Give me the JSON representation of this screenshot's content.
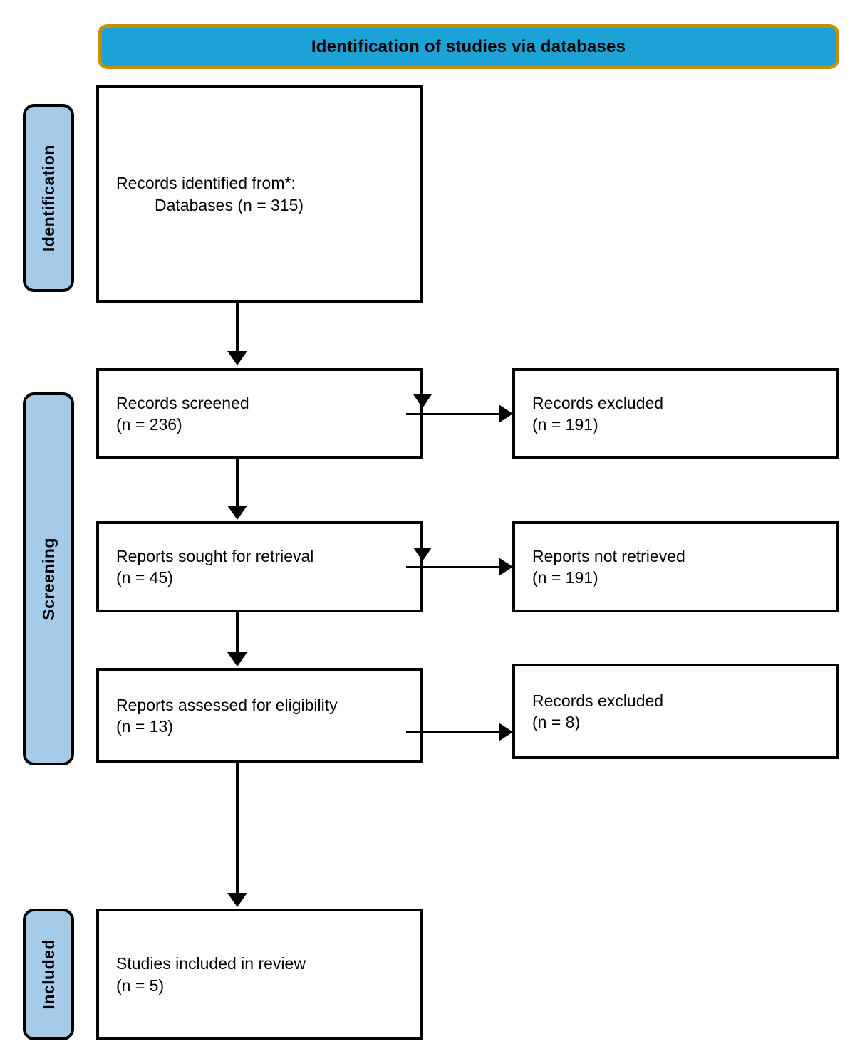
{
  "banner": {
    "title": "Identification of studies via databases"
  },
  "stages": [
    {
      "id": "identification",
      "label": "Identification"
    },
    {
      "id": "screening",
      "label": "Screening"
    },
    {
      "id": "included",
      "label": "Included"
    }
  ],
  "boxes": {
    "identified": {
      "line1": "Records identified from*:",
      "line2": "Databases (n = 315)"
    },
    "screened": {
      "line1": "Records screened",
      "line2": "(n = 236)"
    },
    "records_excluded_1": {
      "line1": "Records excluded",
      "line2": "(n = 191)"
    },
    "sought": {
      "line1": "Reports sought for retrieval",
      "line2": "(n = 45)"
    },
    "not_retrieved": {
      "line1": "Reports not retrieved",
      "line2": "(n = 191)"
    },
    "assessed": {
      "line1": "Reports assessed for eligibility",
      "line2": "(n = 13)"
    },
    "records_excluded_2": {
      "line1": "Records excluded",
      "line2": "(n = 8)"
    },
    "included": {
      "line1": "Studies included in review",
      "line2": "(n = 5)"
    }
  },
  "colors": {
    "banner_fill": "#1CA2D6",
    "banner_border": "#C2900C",
    "stage_tab_fill": "#A6CBE9",
    "line": "#000000",
    "box_fill": "#FFFFFF"
  },
  "chart_data": {
    "type": "diagram",
    "title": "Identification of studies via databases",
    "nodes": [
      {
        "id": "identified",
        "stage": "Identification",
        "label": "Records identified from*: Databases",
        "n": 315
      },
      {
        "id": "screened",
        "stage": "Screening",
        "label": "Records screened",
        "n": 236
      },
      {
        "id": "records_excluded_1",
        "stage": "Screening",
        "label": "Records excluded",
        "n": 191
      },
      {
        "id": "sought",
        "stage": "Screening",
        "label": "Reports sought for retrieval",
        "n": 45
      },
      {
        "id": "not_retrieved",
        "stage": "Screening",
        "label": "Reports not retrieved",
        "n": 191
      },
      {
        "id": "assessed",
        "stage": "Screening",
        "label": "Reports assessed for eligibility",
        "n": 13
      },
      {
        "id": "records_excluded_2",
        "stage": "Screening",
        "label": "Records excluded",
        "n": 8
      },
      {
        "id": "included",
        "stage": "Included",
        "label": "Studies included in review",
        "n": 5
      }
    ],
    "edges": [
      {
        "from": "identified",
        "to": "screened",
        "direction": "down"
      },
      {
        "from": "screened",
        "to": "records_excluded_1",
        "direction": "right"
      },
      {
        "from": "screened",
        "to": "sought",
        "direction": "down"
      },
      {
        "from": "sought",
        "to": "not_retrieved",
        "direction": "right"
      },
      {
        "from": "sought",
        "to": "assessed",
        "direction": "down"
      },
      {
        "from": "assessed",
        "to": "records_excluded_2",
        "direction": "right"
      },
      {
        "from": "assessed",
        "to": "included",
        "direction": "down"
      }
    ]
  }
}
